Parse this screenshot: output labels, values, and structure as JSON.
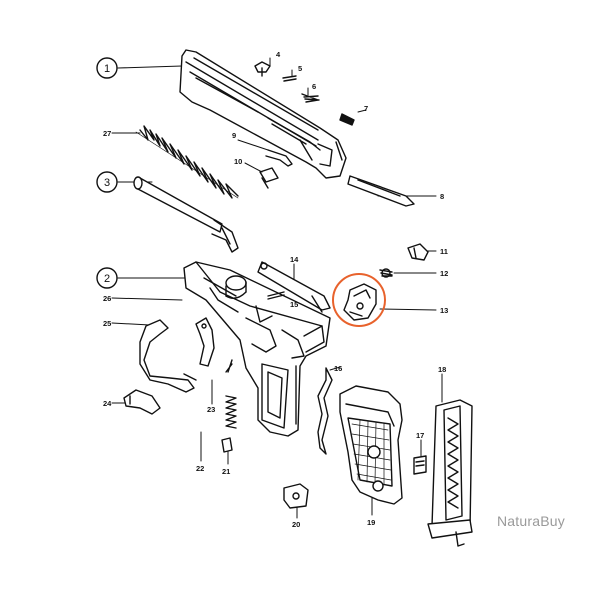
{
  "diagram": {
    "circled_labels": [
      "1",
      "2",
      "3"
    ],
    "part_numbers": [
      "4",
      "5",
      "6",
      "7",
      "8",
      "9",
      "10",
      "11",
      "12",
      "13",
      "14",
      "15",
      "16",
      "17",
      "18",
      "19",
      "20",
      "21",
      "22",
      "23",
      "24",
      "25",
      "26",
      "27"
    ],
    "highlighted_part": "13",
    "highlight_color": "#e8622c"
  },
  "watermark": {
    "text": "NaturaBuy"
  }
}
